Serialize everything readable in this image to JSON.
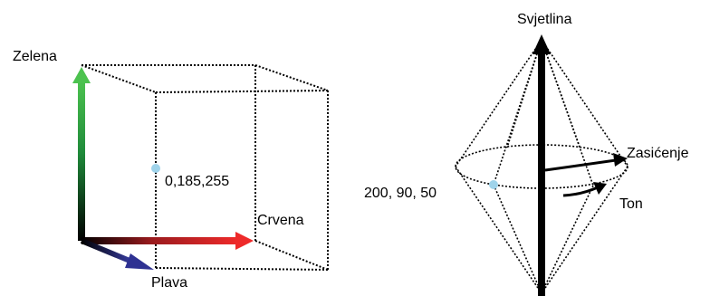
{
  "rgb_cube": {
    "axis_labels": {
      "green": "Zelena",
      "red": "Crvena",
      "blue": "Plava"
    },
    "point_label": "0,185,255",
    "colors": {
      "green": "#3cb34a",
      "red": "#e0262a",
      "blue": "#2e3192",
      "point": "#9fd3ea"
    }
  },
  "hsl_double_cone": {
    "axis_labels": {
      "lightness": "Svjetlina",
      "saturation": "Zasićenje",
      "hue": "Ton"
    },
    "point_label": "200, 90, 50",
    "colors": {
      "point": "#9fd3ea"
    }
  }
}
